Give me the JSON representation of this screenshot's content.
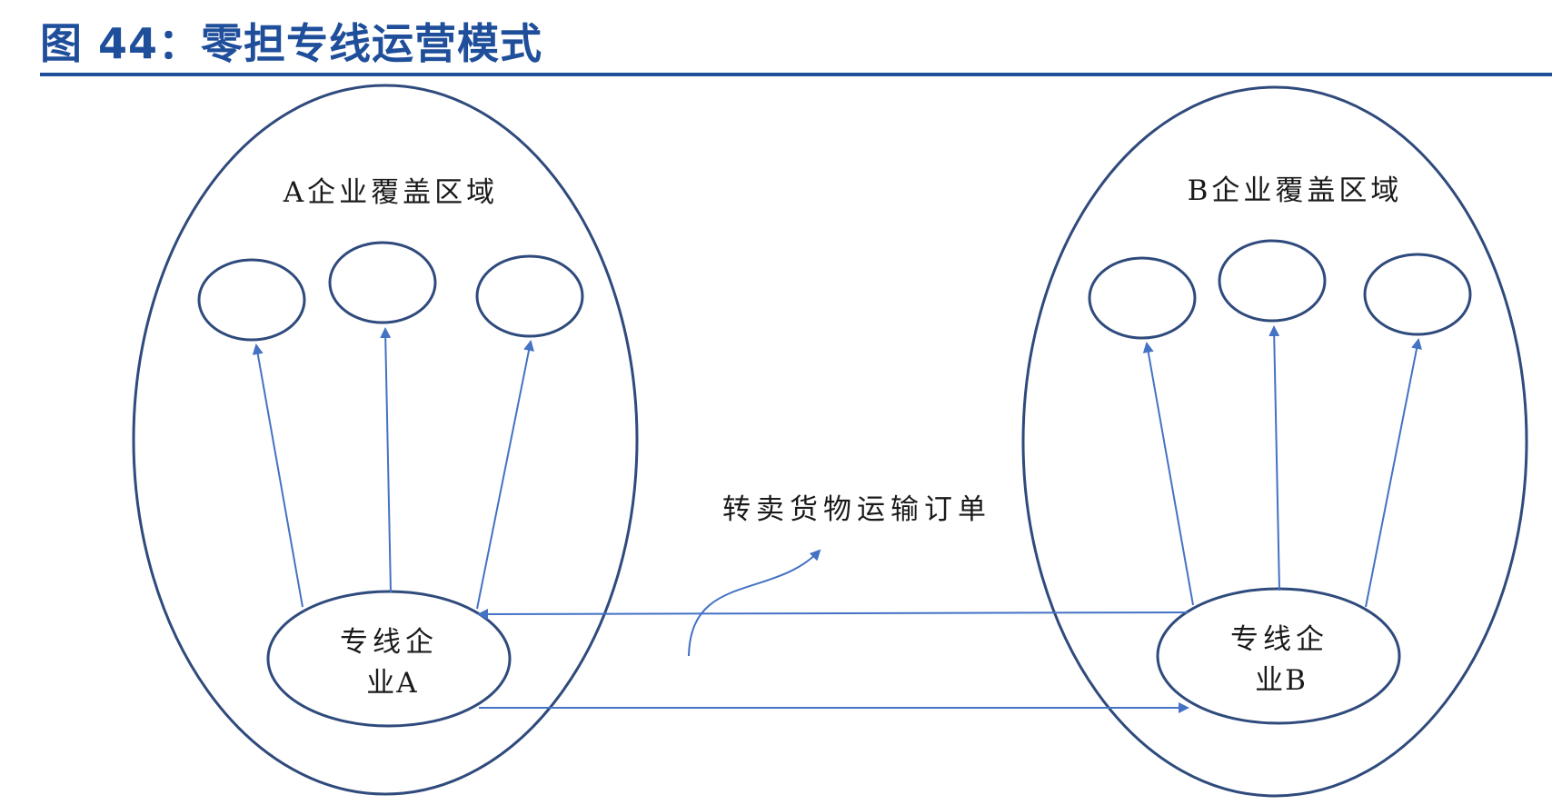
{
  "title": "图 44：零担专线运营模式",
  "regions": [
    {
      "label": "A企业覆盖区域",
      "hub_label_line1": "专线企",
      "hub_label_line2": "业A"
    },
    {
      "label": "B企业覆盖区域",
      "hub_label_line1": "专线企",
      "hub_label_line2": "业B"
    }
  ],
  "annotation": "转卖货物运输订单",
  "colors": {
    "title": "#1f4e9a",
    "outline": "#2f4a7c",
    "arrow": "#4472c4",
    "text": "#1a1a1a"
  }
}
